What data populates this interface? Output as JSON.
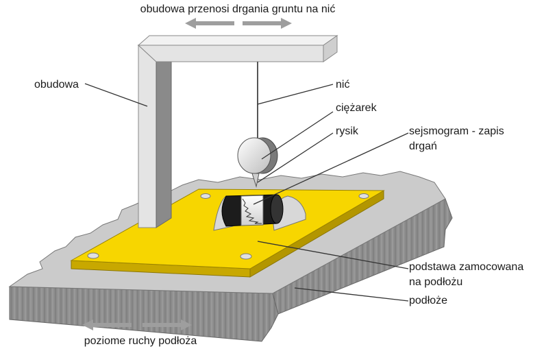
{
  "labels": {
    "top_caption": "obudowa przenosi drgania gruntu na nić",
    "housing": "obudowa",
    "thread": "nić",
    "weight": "ciężarek",
    "stylus": "rysik",
    "seismogram_line1": "sejsmogram - zapis",
    "seismogram_line2": "drgań",
    "base_line1": "podstawa zamocowana",
    "base_line2": "na podłożu",
    "ground": "podłoże",
    "bottom_caption": "poziome ruchy podłoża"
  },
  "colors": {
    "ground_top": "#cbcbcb",
    "ground_side": "#8e8e8e",
    "base_top": "#f7d600",
    "base_side": "#c8a800",
    "frame_light": "#e4e4e4",
    "frame_dark": "#8a8a8a",
    "arrow": "#9e9e9e"
  }
}
